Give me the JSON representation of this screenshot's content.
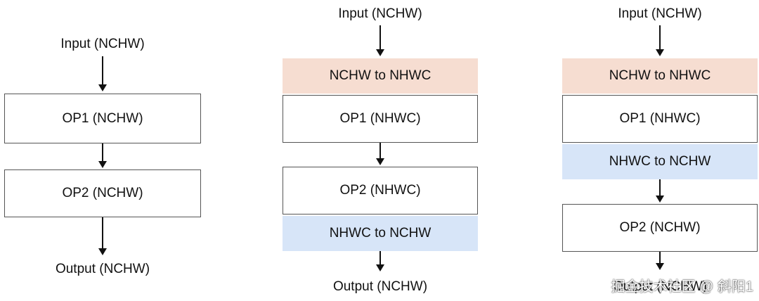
{
  "diagrams": [
    {
      "input": "Input (NCHW)",
      "op1": "OP1 (NCHW)",
      "op2": "OP2 (NCHW)",
      "output": "Output (NCHW)"
    },
    {
      "input": "Input (NCHW)",
      "to_nhwc": "NCHW to NHWC",
      "op1": "OP1 (NHWC)",
      "op2": "OP2 (NHWC)",
      "to_nchw": "NHWC to NCHW",
      "output": "Output (NCHW)"
    },
    {
      "input": "Input (NCHW)",
      "to_nhwc": "NCHW to NHWC",
      "op1": "OP1 (NHWC)",
      "to_nchw": "NHWC to NCHW",
      "op2": "OP2 (NCHW)",
      "output": "Output (NCHW)"
    }
  ],
  "colors": {
    "to_nhwc_band": "#f6ddd1",
    "to_nchw_band": "#d7e5f8",
    "box_border": "#555555"
  },
  "watermark": "掘金技术社区 @ 斜阳1"
}
